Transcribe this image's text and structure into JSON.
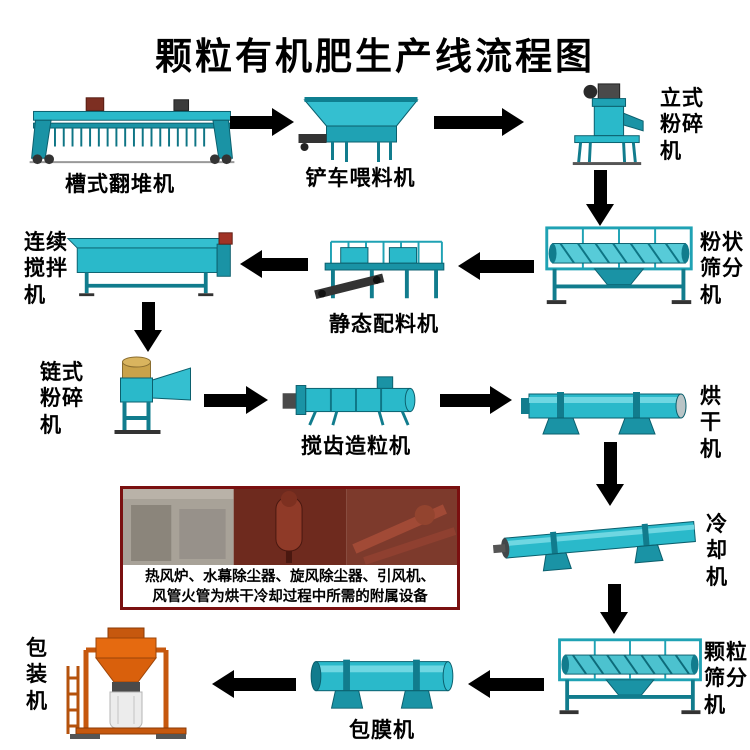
{
  "title": "颗粒有机肥生产线流程图",
  "machines": {
    "trough_turner": "槽式翻堆机",
    "loader_feeder": "铲车喂料机",
    "vertical_crusher": "立式粉碎机",
    "powder_screener": "粉状筛分机",
    "static_batcher": "静态配料机",
    "continuous_mixer": "连续搅拌机",
    "chain_crusher": "链式粉碎机",
    "tooth_granulator": "搅齿造粒机",
    "dryer": "烘干机",
    "cooler": "冷却机",
    "granule_screener": "颗粒筛分机",
    "coating_machine": "包膜机",
    "packing_machine": "包装机"
  },
  "note_box": {
    "line1": "热风炉、水幕除尘器、旋风除尘器、引风机、",
    "line2": "风管火管为烘干冷却过程中所需的附属设备"
  },
  "flow_sequence": [
    "槽式翻堆机",
    "铲车喂料机",
    "立式粉碎机",
    "粉状筛分机",
    "静态配料机",
    "连续搅拌机",
    "链式粉碎机",
    "搅齿造粒机",
    "烘干机",
    "冷却机",
    "颗粒筛分机",
    "包膜机",
    "包装机"
  ],
  "colors": {
    "machine_teal": "#2ab9ca",
    "machine_teal_dark": "#117c8d",
    "packing_orange": "#e56a10",
    "arrow_black": "#000000",
    "note_border_red": "#7a1010"
  }
}
